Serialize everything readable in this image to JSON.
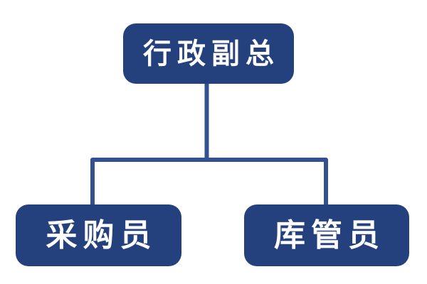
{
  "diagram": {
    "type": "org-chart",
    "background_color": "#FFFFFF",
    "node_fill_color": "#24417E",
    "node_text_color": "#FFFFFF",
    "connector_color": "#33508F",
    "root": {
      "label": "行政副总"
    },
    "children": [
      {
        "label": "采购员"
      },
      {
        "label": "库管员"
      }
    ]
  }
}
